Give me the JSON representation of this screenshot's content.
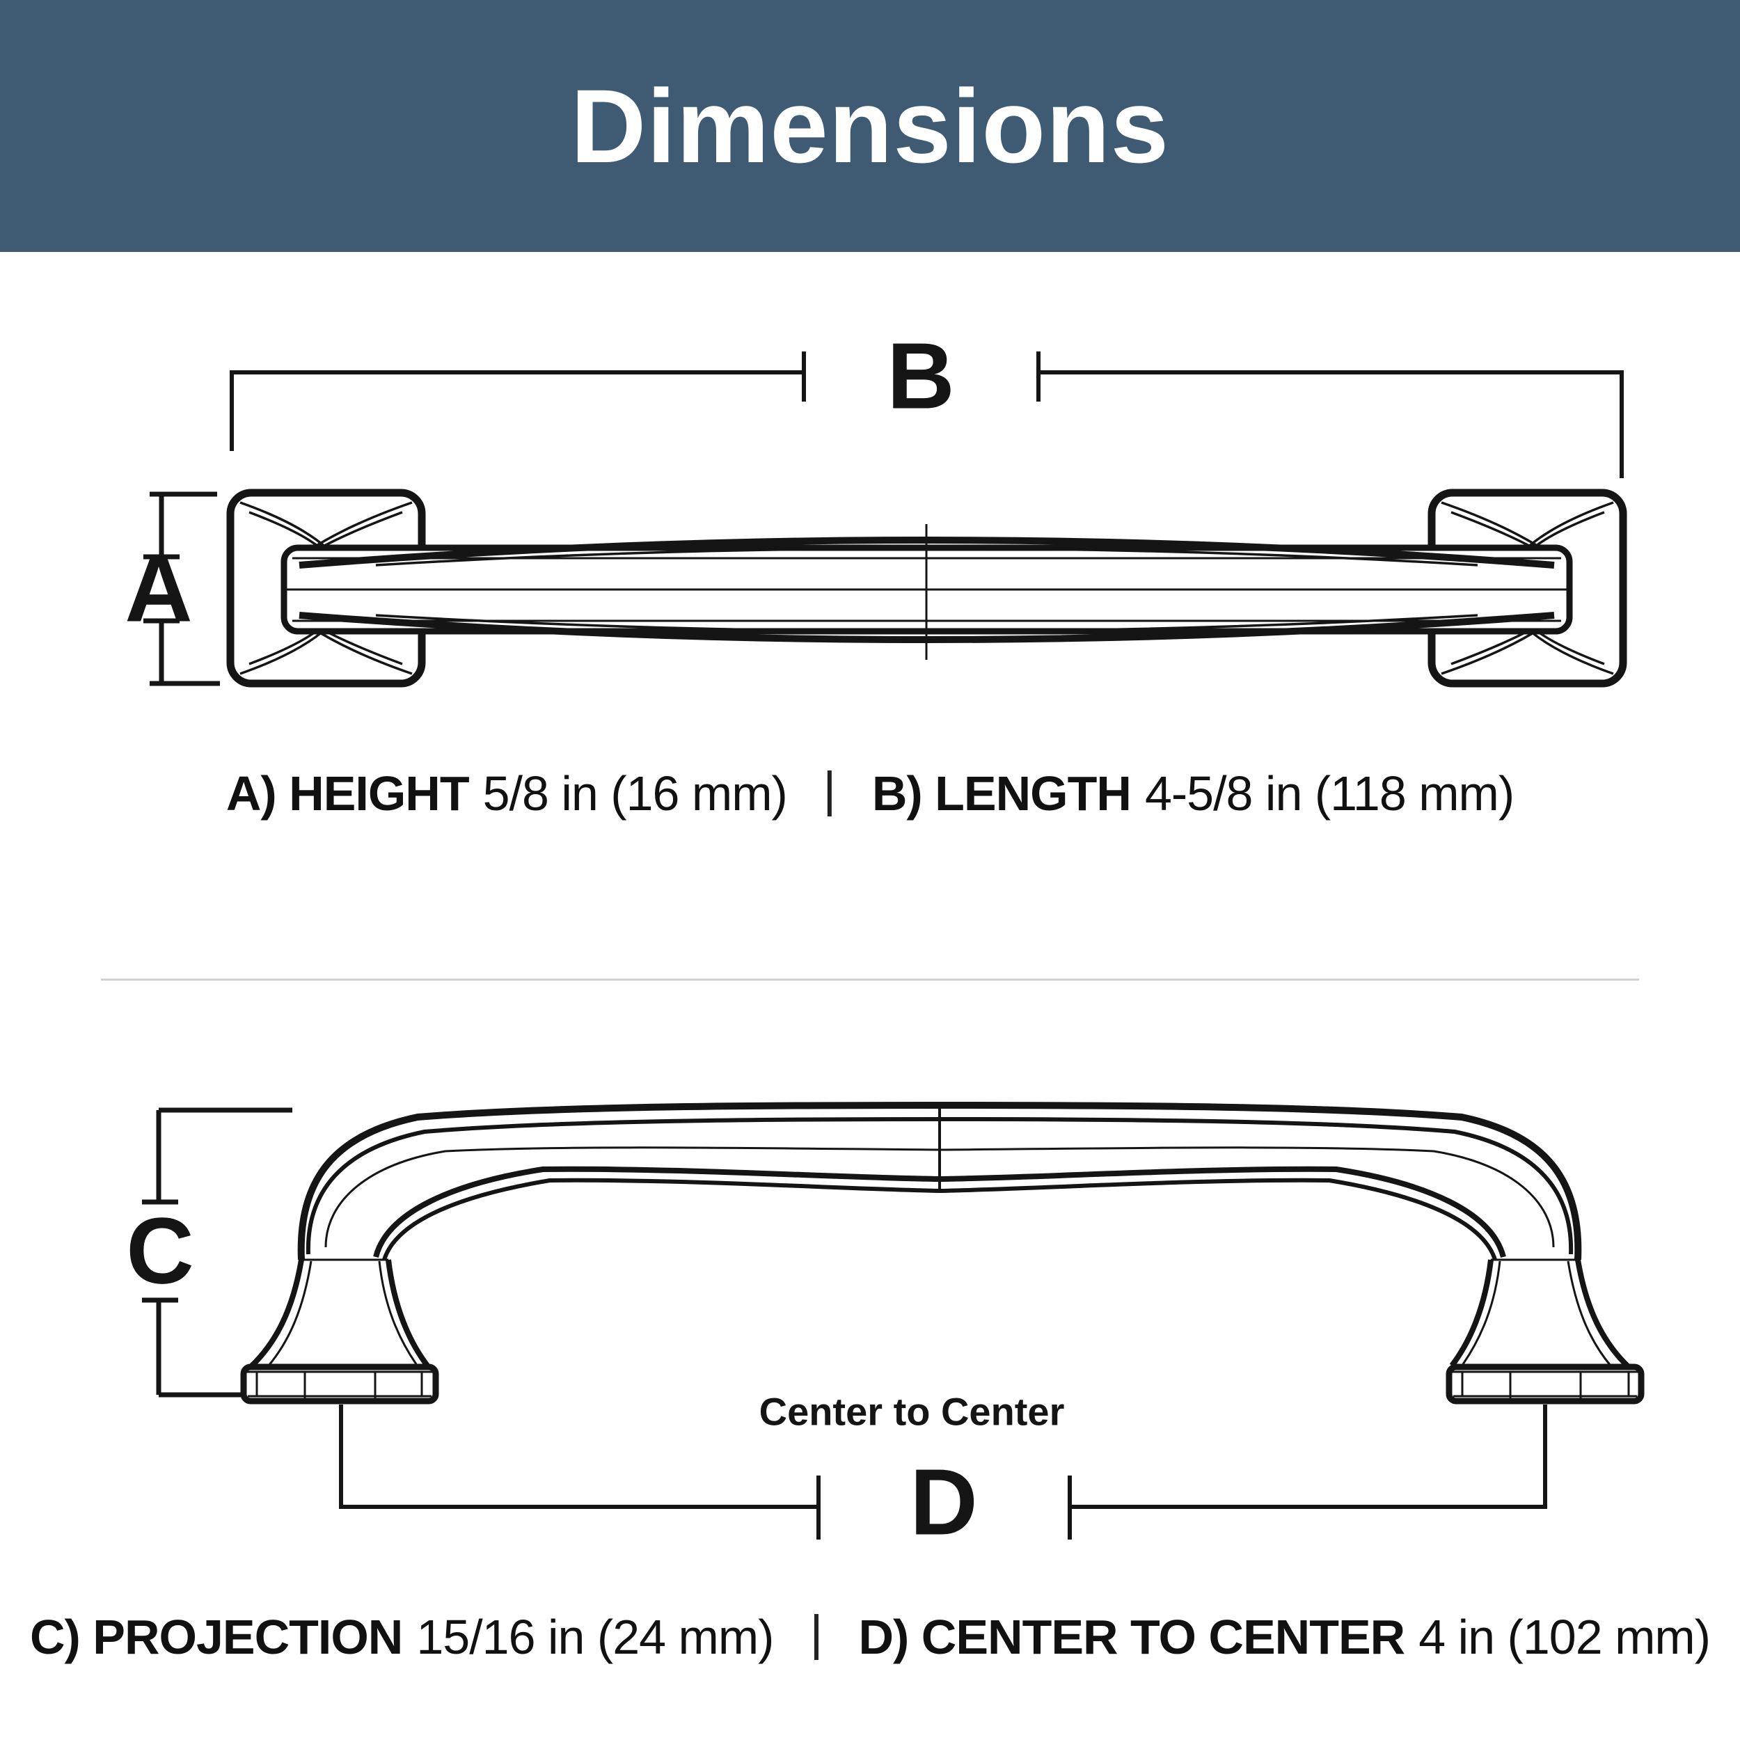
{
  "header": {
    "title": "Dimensions",
    "background_color": "#3F5B74",
    "text_color": "#FFFFFF"
  },
  "dimension_labels": {
    "a": "A",
    "b": "B",
    "c": "C",
    "d": "D"
  },
  "side_view": {
    "center_to_center_label": "Center to Center"
  },
  "specs_top": {
    "separator": "|",
    "items": [
      {
        "label": "A) HEIGHT",
        "value": "5/8 in (16 mm)"
      },
      {
        "label": "B) LENGTH",
        "value": "4-5/8 in (118 mm)"
      }
    ]
  },
  "specs_bottom": {
    "separator": "|",
    "items": [
      {
        "label": "C) PROJECTION",
        "value": "15/16 in (24 mm)"
      },
      {
        "label": "D) CENTER TO CENTER",
        "value": "4 in (102 mm)"
      }
    ]
  },
  "line_color": "#151515"
}
